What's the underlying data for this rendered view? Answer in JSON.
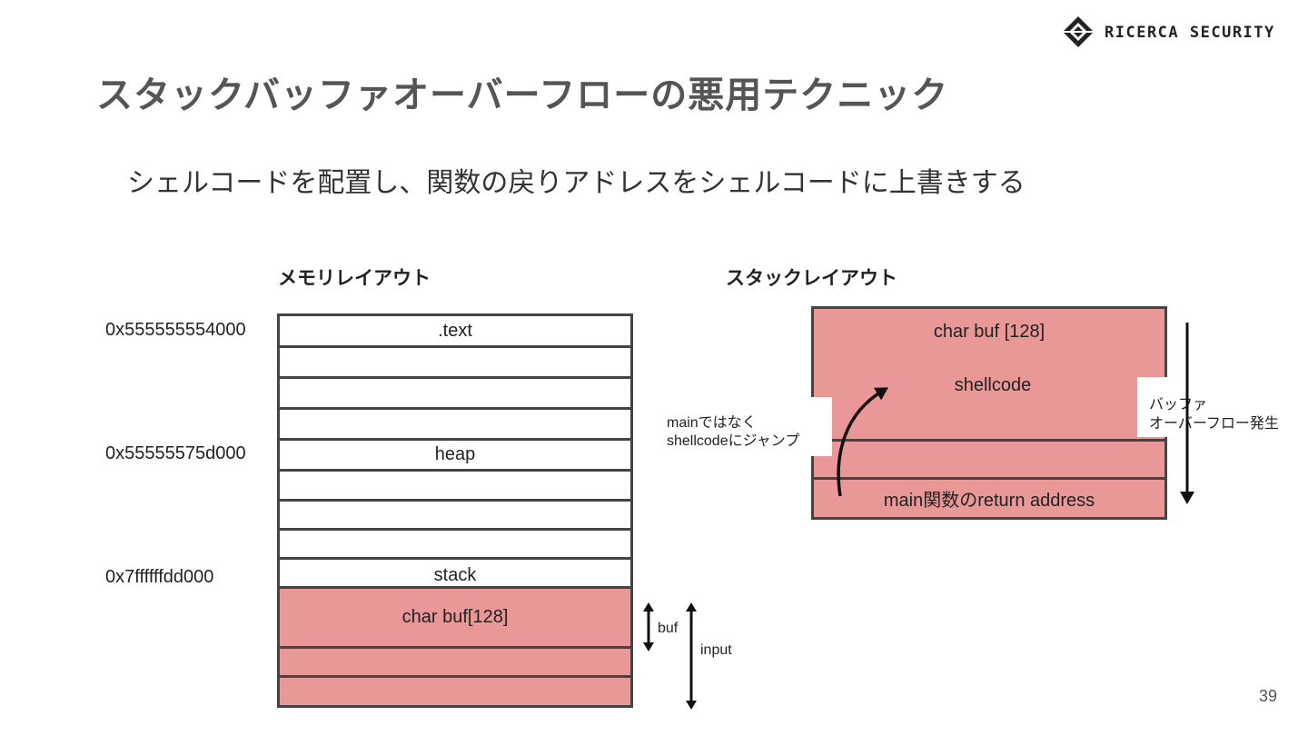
{
  "title": "スタックバッファオーバーフローの悪用テクニック",
  "subtitle": "シェルコードを配置し、関数の戻りアドレスをシェルコードに上書きする",
  "logo": {
    "text": "RICERCA SECURITY",
    "icon": "diamond-logo-icon"
  },
  "memory_layout": {
    "heading": "メモリレイアウト",
    "addresses": [
      "0x555555554000",
      "0x55555575d000",
      "0x7ffffffdd000"
    ],
    "cells": [
      ".text",
      "",
      "",
      "",
      "heap",
      "",
      "",
      "",
      "stack",
      "char buf[128]",
      "",
      ""
    ],
    "buf_label": "buf",
    "input_label": "input"
  },
  "stack_layout": {
    "heading": "スタックレイアウト",
    "buf_label": "char buf [128]",
    "shellcode_label": "shellcode",
    "return_label": "main関数のreturn address",
    "jump_note_line1": "mainではなく",
    "jump_note_line2": "shellcodeにジャンプ",
    "overflow_note_line1": "バッファ",
    "overflow_note_line2": "オーバーフロー発生"
  },
  "page_number": "39",
  "colors": {
    "highlight": "#e99797",
    "border": "#444444",
    "title": "#555555"
  }
}
